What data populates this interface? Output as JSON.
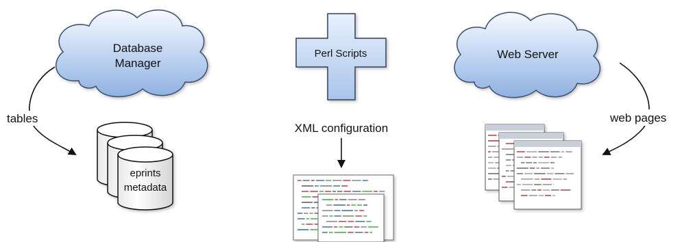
{
  "nodes": {
    "database_manager": {
      "line1": "Database",
      "line2": "Manager"
    },
    "perl_scripts": {
      "label": "Perl Scripts"
    },
    "web_server": {
      "label": "Web Server"
    },
    "eprints_db": {
      "line1": "eprints",
      "line2": "metadata"
    }
  },
  "edges": {
    "tables": "tables",
    "xml_configuration": "XML configuration",
    "web_pages": "web pages"
  },
  "icons": [
    "cloud-icon",
    "cross-icon",
    "database-icon",
    "document-icon",
    "web-page-icon"
  ]
}
